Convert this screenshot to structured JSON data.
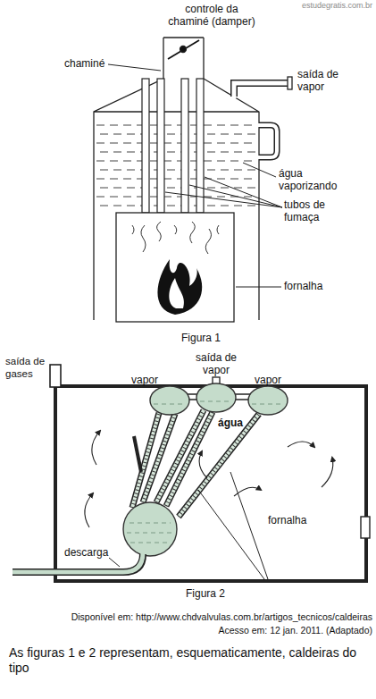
{
  "diagram": {
    "labels": [
      "estudegratis.com.br",
      "chaminé",
      "controle da chaminé (damper)",
      "saída de vapor",
      "água vaporizando",
      "tubos de fumaça",
      "fornalha",
      "Figura 1",
      "saída de gases",
      "vapor",
      "saída de vapor",
      "vapor",
      "água",
      "fornalha",
      "descarga",
      "Figura 2",
      "Disponível em: http://www.chdvalvulas.com.br/artigos_tecnicos/caldeiras",
      "Acesso em: 12 jan. 2011. (Adaptado)",
      "As figuras 1 e 2 representam, esquematicamente, caldeiras do tipo"
    ]
  }
}
